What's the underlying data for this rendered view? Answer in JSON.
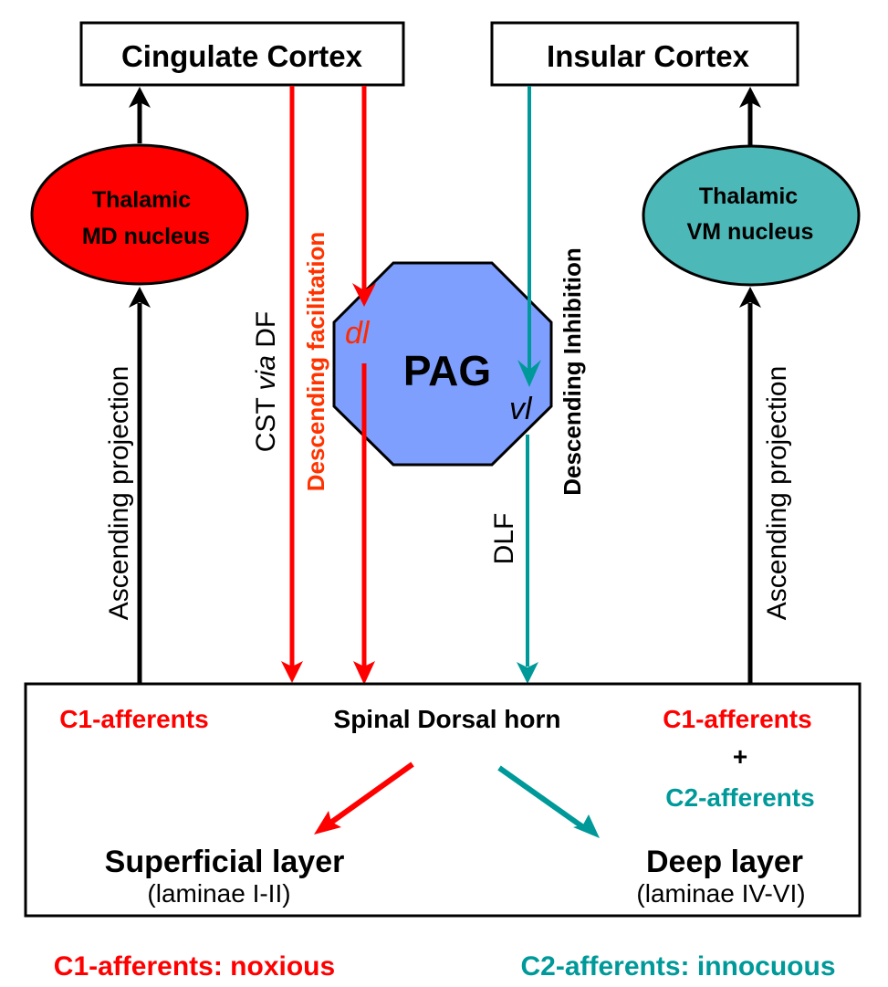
{
  "colors": {
    "red": "#ff0000",
    "teal": "#009999",
    "teal_fill": "#4db8b8",
    "pag_fill": "#7f9ffe",
    "black": "#000000"
  },
  "nodes": {
    "cingulate_cortex": "Cingulate Cortex",
    "insular_cortex": "Insular Cortex",
    "md_nucleus": {
      "line1": "Thalamic",
      "line2": "MD nucleus"
    },
    "vm_nucleus": {
      "line1": "Thalamic",
      "line2": "VM nucleus"
    },
    "pag": {
      "label": "PAG",
      "dl": "dl",
      "vl": "vl"
    }
  },
  "pathway_labels": {
    "ascending_left": "Ascending projection",
    "ascending_right": "Ascending projection",
    "cst_prefix": "CST ",
    "cst_via": "via",
    "cst_suffix": " DF",
    "descending_facilitation": "Descending facilitation",
    "descending_inhibition": "Descending Inhibition",
    "dlf": "DLF"
  },
  "spinal": {
    "title": "Spinal Dorsal horn",
    "left_afferents": "C1-afferents",
    "right_afferents_1": "C1-afferents",
    "plus": "+",
    "right_afferents_2": "C2-afferents",
    "superficial": {
      "title": "Superficial layer",
      "sub": "(laminae I-II)"
    },
    "deep": {
      "title": "Deep layer",
      "sub": "(laminae IV-VI)"
    }
  },
  "legend": {
    "c1": "C1-afferents: noxious",
    "c2": "C2-afferents: innocuous"
  }
}
